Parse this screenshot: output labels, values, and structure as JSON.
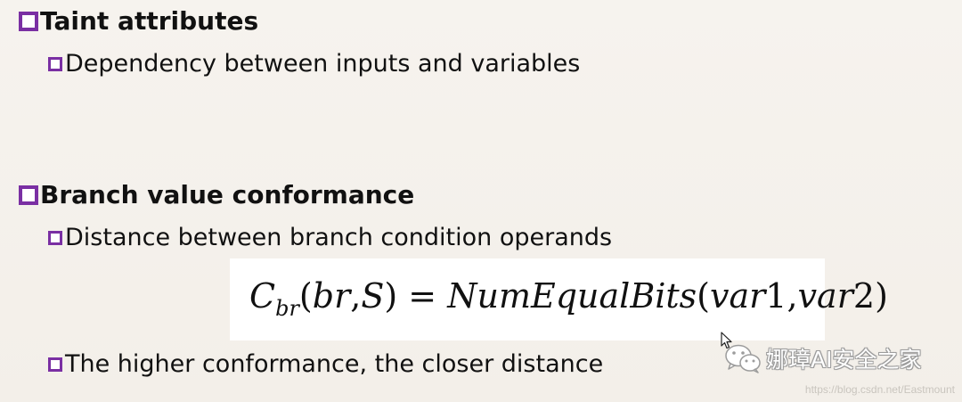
{
  "bullets": [
    {
      "text": "Taint attributes"
    },
    {
      "text": "Dependency between inputs and variables"
    },
    {
      "text": "Branch value conformance"
    },
    {
      "text": "Distance between branch condition operands"
    },
    {
      "text": "The higher conformance, the closer distance"
    }
  ],
  "formula": {
    "symbol": "C",
    "subscript": "br",
    "open": "(",
    "arg1": "br",
    "comma": ",",
    "arg2": "S",
    "close": ")",
    "equals": " = ",
    "function": "NumEqualBits",
    "f_open": "(",
    "var": "var",
    "num1": "1",
    "sep": ",",
    "num2": "2",
    "f_close": ")"
  },
  "watermark": {
    "text": "娜璋AI安全之家",
    "url": "https://blog.csdn.net/Eastmount"
  },
  "colors": {
    "bullet": "#7a2fa3",
    "background": "#f4f1ec"
  }
}
